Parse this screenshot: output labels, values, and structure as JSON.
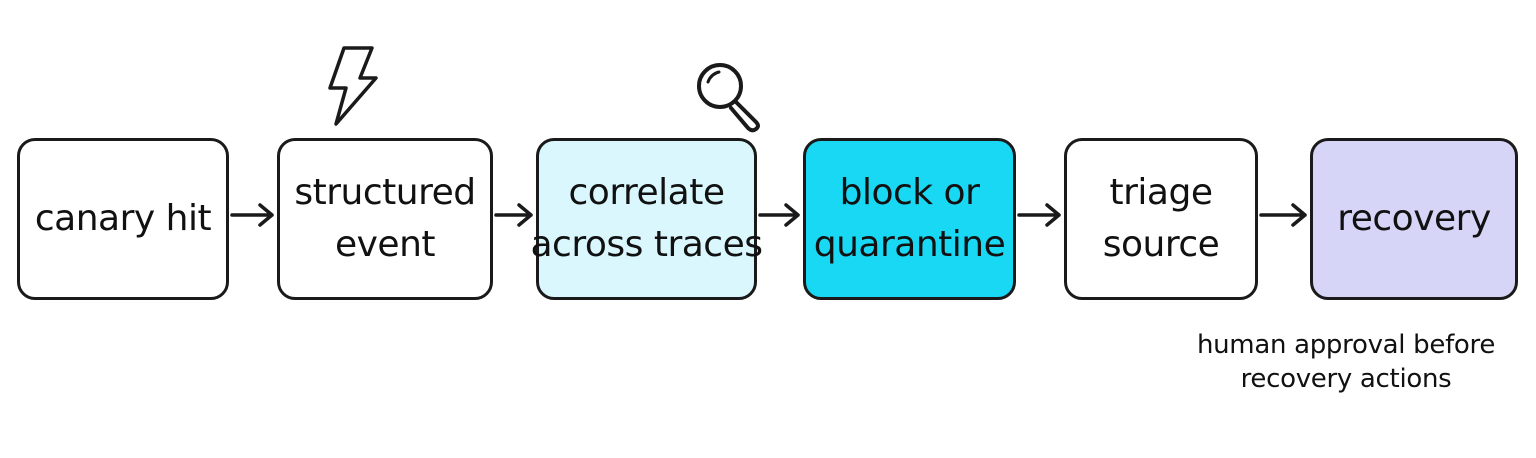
{
  "steps": [
    {
      "lines": [
        "canary hit"
      ],
      "fill": "#ffffff"
    },
    {
      "lines": [
        "structured",
        "event"
      ],
      "fill": "#ffffff"
    },
    {
      "lines": [
        "correlate",
        "across traces"
      ],
      "fill": "#d9f7fc"
    },
    {
      "lines": [
        "block or",
        "quarantine"
      ],
      "fill": "#18d8f4"
    },
    {
      "lines": [
        "triage",
        "source"
      ],
      "fill": "#ffffff"
    },
    {
      "lines": [
        "recovery"
      ],
      "fill": "#d6d4f7"
    }
  ],
  "icons": {
    "above_step_2": "lightning-icon",
    "above_step_3": "magnifying-glass-icon"
  },
  "note": {
    "lines": [
      "human approval before",
      "recovery actions"
    ]
  },
  "colors": {
    "stroke": "#1a1a1a",
    "background": "#ffffff"
  }
}
